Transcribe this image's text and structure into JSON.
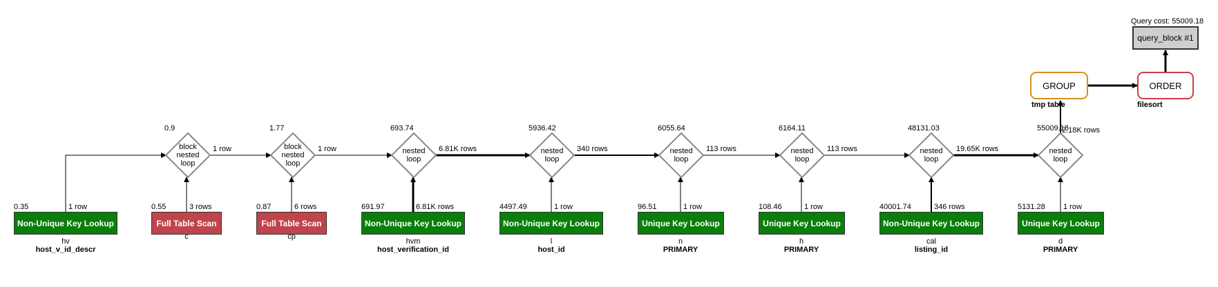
{
  "query_cost": "Query cost: 55009.18",
  "query_block": "query_block #1",
  "group_box": {
    "label": "GROUP",
    "sub": "tmp table"
  },
  "order_box": {
    "label": "ORDER",
    "sub": "filesort"
  },
  "joins": [
    {
      "label": "block nested loop",
      "cost": "0.9",
      "out_rows": "1 row"
    },
    {
      "label": "block nested loop",
      "cost": "1.77",
      "out_rows": "1 row"
    },
    {
      "label": "nested loop",
      "cost": "693.74",
      "out_rows": "6.81K rows"
    },
    {
      "label": "nested loop",
      "cost": "5936.42",
      "out_rows": "340 rows"
    },
    {
      "label": "nested loop",
      "cost": "6055.64",
      "out_rows": "113 rows"
    },
    {
      "label": "nested loop",
      "cost": "6164.11",
      "out_rows": "113 rows"
    },
    {
      "label": "nested loop",
      "cost": "48131.03",
      "out_rows": "19.65K rows"
    },
    {
      "label": "nested loop",
      "cost": "55009.18",
      "out_rows": "2.18K rows"
    }
  ],
  "tables": [
    {
      "op": "Non-Unique Key Lookup",
      "type": "lookup",
      "cost": "0.35",
      "rows": "1 row",
      "alias": "hv",
      "key": "host_v_id_descr"
    },
    {
      "op": "Full Table Scan",
      "type": "scan",
      "cost": "0.55",
      "rows": "3 rows",
      "alias": "c",
      "key": ""
    },
    {
      "op": "Full Table Scan",
      "type": "scan",
      "cost": "0.87",
      "rows": "6 rows",
      "alias": "cp",
      "key": ""
    },
    {
      "op": "Non-Unique Key Lookup",
      "type": "lookup",
      "cost": "691.97",
      "rows": "6.81K rows",
      "alias": "hvm",
      "key": "host_verification_id"
    },
    {
      "op": "Non-Unique Key Lookup",
      "type": "lookup",
      "cost": "4497.49",
      "rows": "1 row",
      "alias": "l",
      "key": "host_id"
    },
    {
      "op": "Unique Key Lookup",
      "type": "lookup",
      "cost": "96.51",
      "rows": "1 row",
      "alias": "n",
      "key": "PRIMARY"
    },
    {
      "op": "Unique Key Lookup",
      "type": "lookup",
      "cost": "108.46",
      "rows": "1 row",
      "alias": "h",
      "key": "PRIMARY"
    },
    {
      "op": "Non-Unique Key Lookup",
      "type": "lookup",
      "cost": "40001.74",
      "rows": "346 rows",
      "alias": "cal",
      "key": "listing_id"
    },
    {
      "op": "Unique Key Lookup",
      "type": "lookup",
      "cost": "5131.28",
      "rows": "1 row",
      "alias": "d",
      "key": "PRIMARY"
    }
  ],
  "colors": {
    "lookup": "#0a7e0a",
    "scan": "#c0444c",
    "group_border": "#d4901a",
    "order_border": "#cc3a4a",
    "query_block_bg": "#cfcfcf"
  }
}
